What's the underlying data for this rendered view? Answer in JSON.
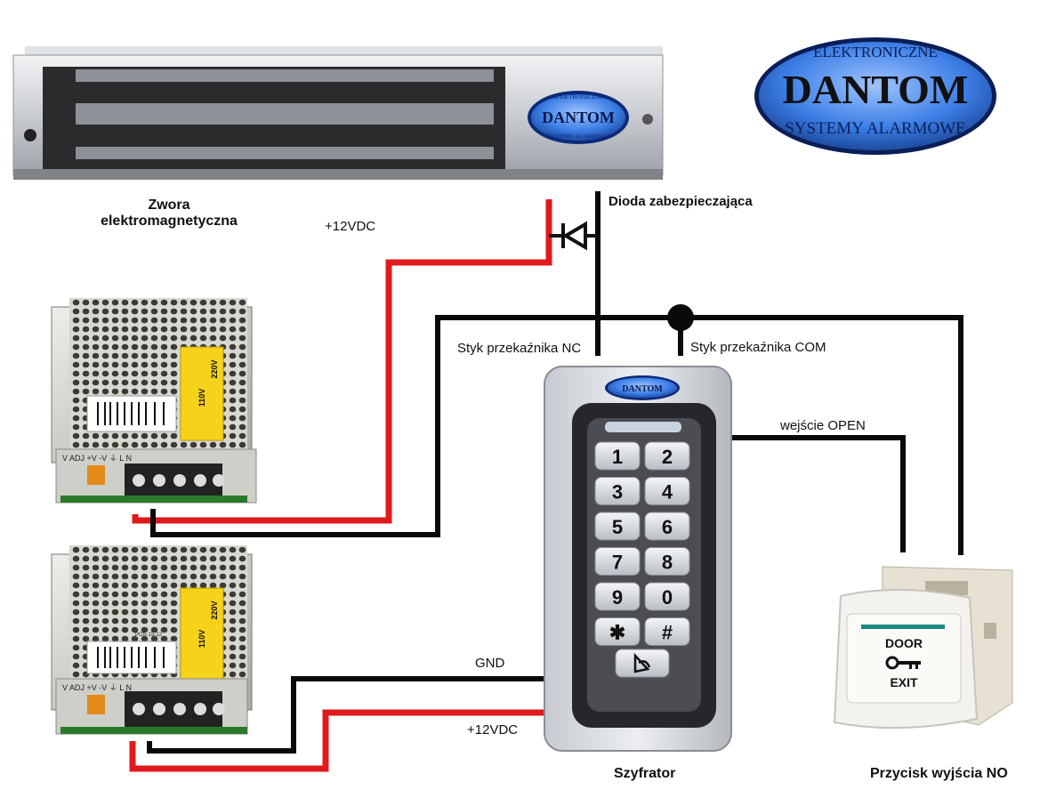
{
  "brand": {
    "top_line": "ELEKTRONICZNE",
    "name": "DANTOM",
    "bottom_line": "SYSTEMY ALARMOWE"
  },
  "labels": {
    "zwora_line1": "Zwora",
    "zwora_line2": "elektromagnetyczna",
    "dioda": "Dioda zabezpieczająca",
    "plus12_top": "+12VDC",
    "nc": "Styk przekaźnika NC",
    "com": "Styk przekaźnika COM",
    "open": "wejście OPEN",
    "gnd": "GND",
    "plus12_bottom": "+12VDC",
    "szyfrator": "Szyfrator",
    "przycisk": "Przycisk wyjścia NO"
  },
  "keypad": {
    "brand": "DANTOM",
    "keys": [
      "1",
      "2",
      "3",
      "4",
      "5",
      "6",
      "7",
      "8",
      "9",
      "0",
      "✱",
      "#"
    ],
    "bell_icon": "bell-icon"
  },
  "exit_button": {
    "top": "DOOR",
    "bottom": "EXIT",
    "icon": "key-icon"
  },
  "psu": {
    "model": "POS-15-12",
    "voltage_a": "110V",
    "voltage_b": "220V",
    "terminal_labels": "V ADJ  +V  -V   ⏚  L  N"
  },
  "colors": {
    "wire_red": "#e0191c",
    "wire_black": "#0a0a0a",
    "logo_blue": "#2f6fd8",
    "logo_dark": "#0b2a7a"
  }
}
